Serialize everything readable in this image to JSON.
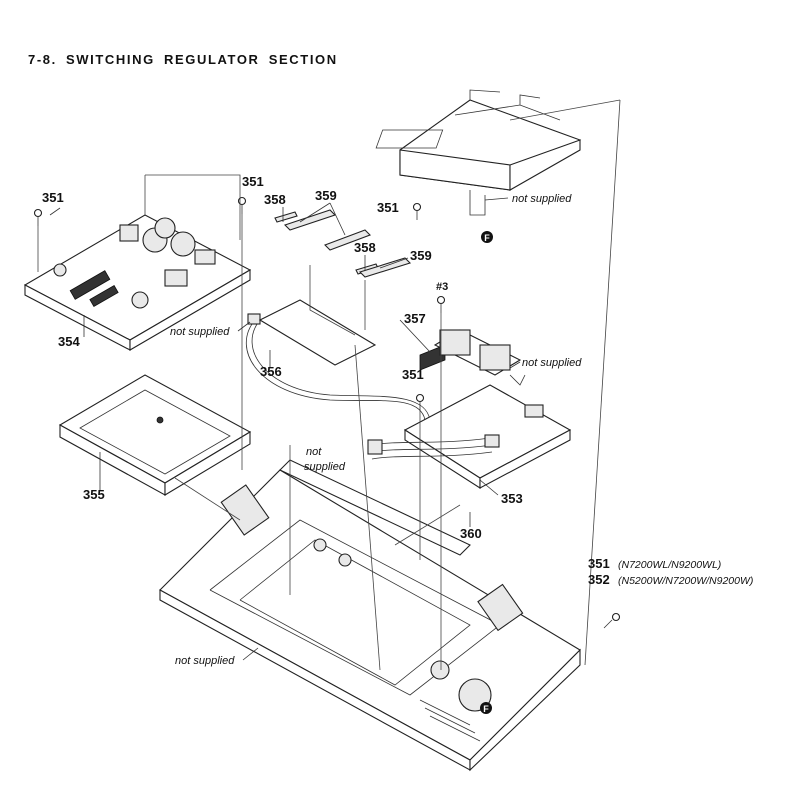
{
  "title": "7-8.  SWITCHING REGULATOR SECTION",
  "labels": {
    "p351_a": "351",
    "p351_b": "351",
    "p351_c": "351",
    "p351_d": "351",
    "p354": "354",
    "p358_a": "358",
    "p358_b": "358",
    "p359_a": "359",
    "p359_b": "359",
    "p357": "357",
    "p356": "356",
    "p355": "355",
    "p353": "353",
    "p360": "360",
    "p3_screw": "#3",
    "p351_variant": "351",
    "p352_variant": "352"
  },
  "notes": {
    "not_supplied_top": "not supplied",
    "not_supplied_conn": "not supplied",
    "not_supplied_right": "not supplied",
    "not_supplied_mid_1": "not",
    "not_supplied_mid_2": "supplied",
    "not_supplied_bottom": "not supplied"
  },
  "variants": {
    "v351": "(N7200WL/N9200WL)",
    "v352": "(N5200W/N7200W/N9200W)"
  },
  "markers": {
    "f_top": "F",
    "f_bottom": "F"
  }
}
